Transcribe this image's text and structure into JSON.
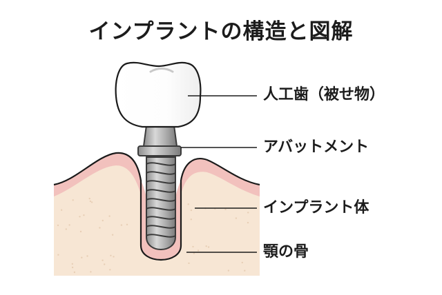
{
  "title": "インプラントの構造と図解",
  "labels": {
    "crown": "人工歯（被せ物）",
    "abutment": "アバットメント",
    "fixture": "インプラント体",
    "jawbone": "顎の骨"
  },
  "colors": {
    "bone": "#f7e6d4",
    "gum": "#f2c1bd",
    "gum_outline": "#1a1a1a",
    "crown": "#ffffff",
    "metal": "#b4b4b4",
    "metal_dark": "#808080",
    "line": "#1a1a1a",
    "text": "#1c1c1c"
  }
}
